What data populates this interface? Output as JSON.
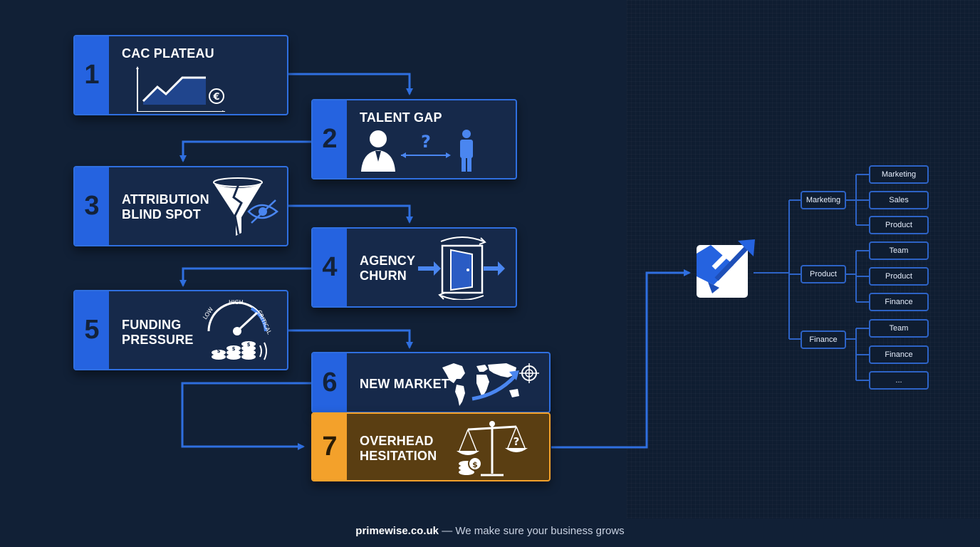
{
  "steps": [
    {
      "number": "1",
      "title": [
        "CAC PLATEAU"
      ],
      "icon": "line-chart-euro-icon"
    },
    {
      "number": "2",
      "title": [
        "TALENT GAP"
      ],
      "icon": "people-question-icon"
    },
    {
      "number": "3",
      "title": [
        "ATTRIBUTION",
        "BLIND SPOT"
      ],
      "icon": "broken-funnel-eye-icon"
    },
    {
      "number": "4",
      "title": [
        "AGENCY",
        "CHURN"
      ],
      "icon": "revolving-door-icon"
    },
    {
      "number": "5",
      "title": [
        "FUNDING",
        "PRESSURE"
      ],
      "icon": "pressure-gauge-coins-icon",
      "gauge_labels": {
        "low": "LOW",
        "high": "HIGH",
        "critical": "CRITICAL"
      }
    },
    {
      "number": "6",
      "title": [
        "NEW MARKET"
      ],
      "icon": "world-map-target-icon"
    },
    {
      "number": "7",
      "title": [
        "OVERHEAD",
        "HESITATION"
      ],
      "icon": "scales-coins-icon"
    }
  ],
  "icon_glyphs": {
    "euro": "€",
    "question": "?",
    "dollar": "$"
  },
  "colors": {
    "accent_blue": "#2563e0",
    "highlight_orange": "#f3a12b",
    "background": "#112036"
  },
  "org_tree": {
    "logo_icon": "growth-arrow-logo-icon",
    "branches": [
      {
        "label": "Marketing",
        "children": [
          "Marketing",
          "Sales",
          "Product"
        ]
      },
      {
        "label": "Product",
        "children": [
          "Team",
          "Product",
          "Finance"
        ]
      },
      {
        "label": "Finance",
        "children": [
          "Team",
          "Finance",
          "..."
        ]
      }
    ]
  },
  "footer": {
    "brand": "primewise.co.uk",
    "tagline": "— We make sure your business grows"
  }
}
